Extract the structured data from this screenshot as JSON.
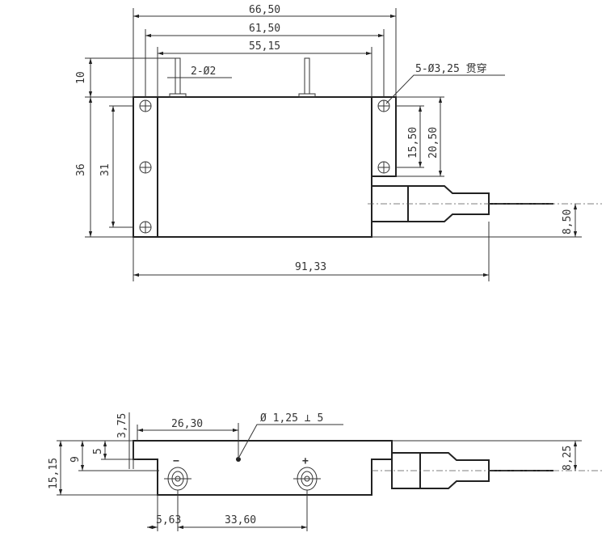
{
  "top_view": {
    "dims": {
      "overall_hole_span": "66,50",
      "hole_pitch": "61,50",
      "body_width": "55,15",
      "pin_height": "10",
      "height": "36",
      "left_hole_pitch": "31",
      "right_hole_pitch": "15,50",
      "right_flange": "20,50",
      "fiber_offset": "8,50",
      "overall_length": "91,33"
    },
    "notes": {
      "pins": "2-Ø2",
      "holes": "5-Ø3,25 贯穿"
    }
  },
  "side_view": {
    "dims": {
      "height": "15,15",
      "step": "9",
      "flange": "5",
      "lip": "3,75",
      "hole_position": "26,30",
      "fiber_height": "8,25",
      "pin_offset": "5,63",
      "pin_pitch": "33,60"
    },
    "notes": {
      "hole": "Ø 1,25 ⟂ 5",
      "minus": "−",
      "plus": "+"
    }
  }
}
